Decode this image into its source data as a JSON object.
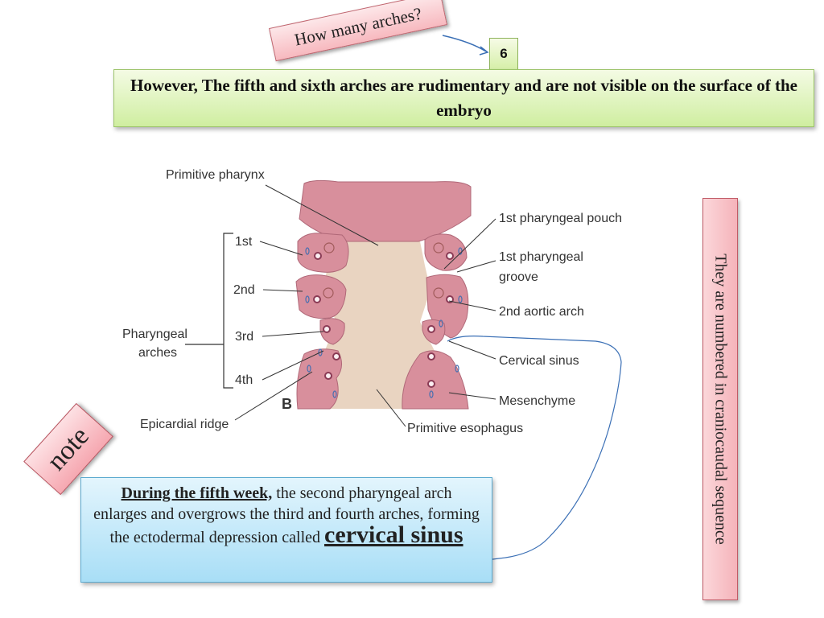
{
  "question": {
    "text": "How many arches?"
  },
  "answer": {
    "text": "6"
  },
  "statement": {
    "text": "However, The fifth and sixth arches are rudimentary and are not visible on the surface of the embryo"
  },
  "side_note": {
    "text": "They are numbered in craniocaudal sequence"
  },
  "note_tag": {
    "text": "note"
  },
  "explanation": {
    "lead": "During the fifth week,",
    "body": " the second pharyngeal arch enlarges and overgrows the third and fourth arches, forming the ectodermal depression called ",
    "term": "cervical sinus"
  },
  "diagram": {
    "labels": {
      "primitive_pharynx": "Primitive pharynx",
      "first": "1st",
      "second": "2nd",
      "third": "3rd",
      "fourth": "4th",
      "pharyngeal_arches_line1": "Pharyngeal",
      "pharyngeal_arches_line2": "arches",
      "epicardial_ridge": "Epicardial ridge",
      "figure_letter": "B",
      "primitive_esophagus": "Primitive esophagus",
      "first_pouch": "1st pharyngeal pouch",
      "first_groove_line1": "1st pharyngeal",
      "first_groove_line2": "groove",
      "second_aortic_arch": "2nd aortic arch",
      "cervical_sinus": "Cervical sinus",
      "mesenchyme": "Mesenchyme"
    }
  },
  "colors": {
    "tissue": "#d88f9c",
    "lumen": "#e9d4c1",
    "connector": "#3a6fb5"
  }
}
